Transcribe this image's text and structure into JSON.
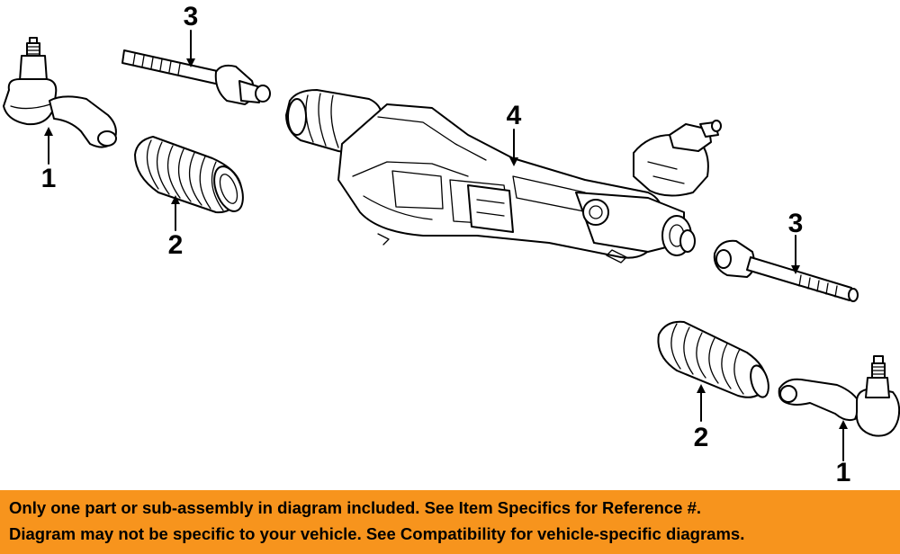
{
  "callouts": {
    "tie_rod_end_left": "1",
    "tie_rod_end_right": "1",
    "boot_left": "2",
    "boot_right": "2",
    "inner_tie_rod_left": "3",
    "inner_tie_rod_right": "3",
    "steering_gear": "4"
  },
  "disclaimer": {
    "line1": "Only one part or sub-assembly in diagram included. See Item Specifics for Reference #.",
    "line2": "Diagram may not be specific to your vehicle. See Compatibility for vehicle-specific diagrams."
  },
  "colors": {
    "banner_background": "#f7941d",
    "line_art": "#000000",
    "background": "#ffffff"
  }
}
